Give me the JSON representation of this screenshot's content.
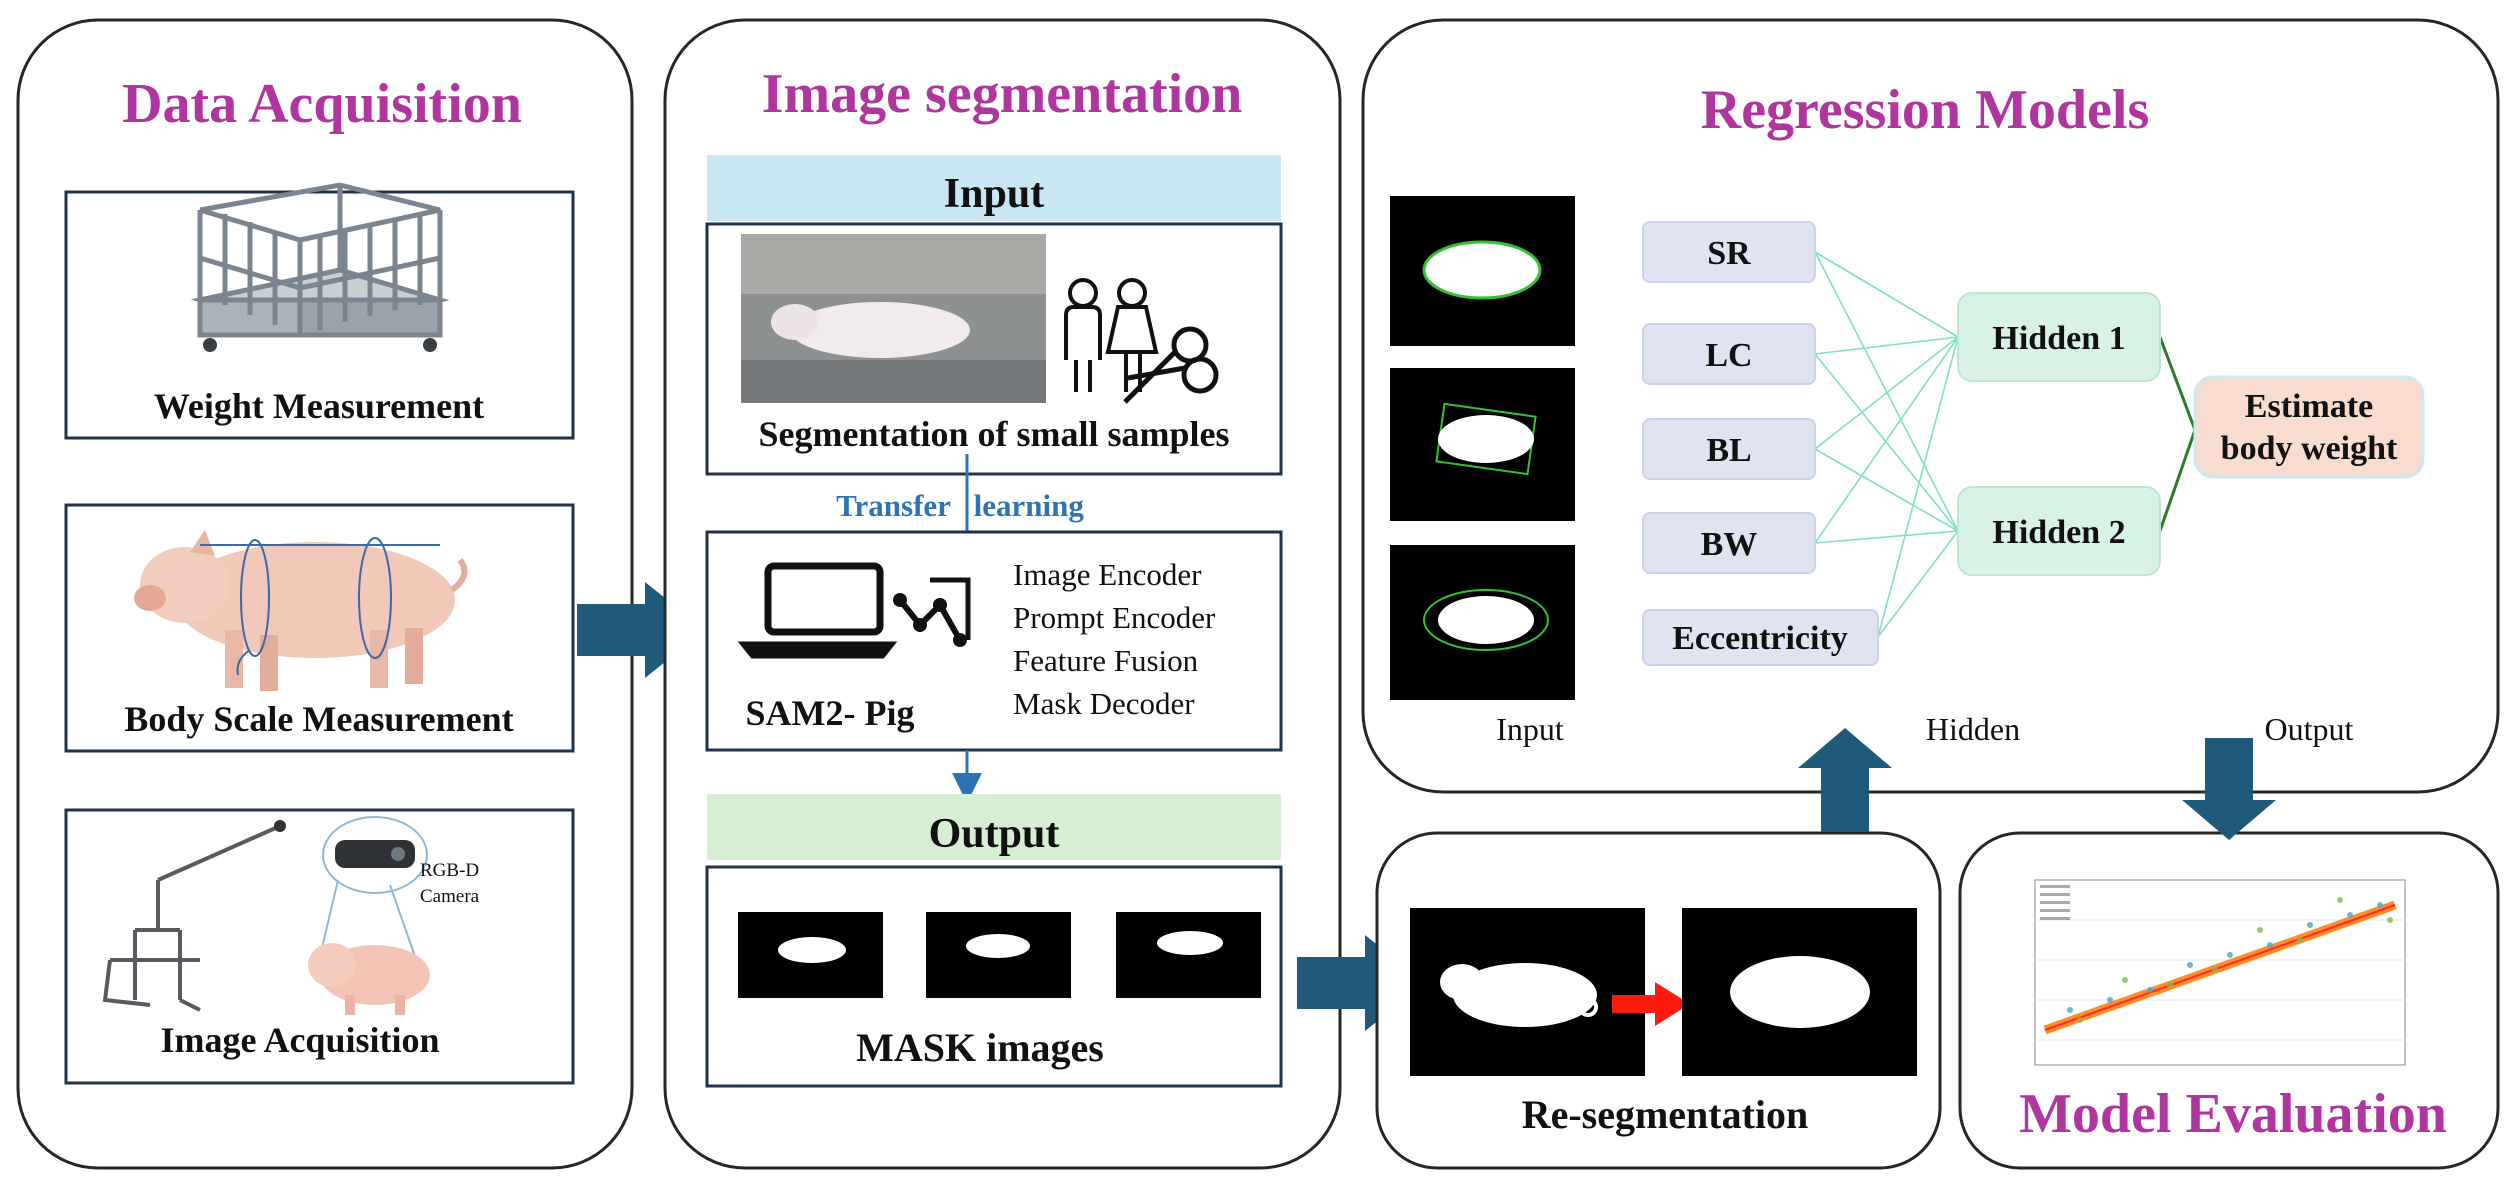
{
  "data_acquisition": {
    "title": "Data Acquisition",
    "weight_label": "Weight Measurement",
    "body_scale_label": "Body Scale Measurement",
    "image_label": "Image Acquisition",
    "camera_label_line1": "RGB-D",
    "camera_label_line2": "Camera"
  },
  "image_segmentation": {
    "title": "Image segmentation",
    "input_header": "Input",
    "input_caption": "Segmentation of small samples",
    "transfer_label": "Transfer   learning",
    "model_name": "SAM2- Pig",
    "components": [
      "Image Encoder",
      "Prompt Encoder",
      "Feature Fusion",
      "Mask Decoder"
    ],
    "output_header": "Output",
    "output_caption": "MASK images"
  },
  "regression": {
    "title": "Regression Models",
    "features": [
      "SR",
      "LC",
      "BL",
      "BW",
      "Eccentricity"
    ],
    "hidden_nodes": [
      "Hidden 1",
      "Hidden 2"
    ],
    "output_node_line1": "Estimate",
    "output_node_line2": "body weight",
    "layer_labels": [
      "Input",
      "Hidden",
      "Output"
    ]
  },
  "resegmentation": {
    "caption": "Re-segmentation"
  },
  "evaluation": {
    "title": "Model Evaluation"
  },
  "colors": {
    "title_purple": "#b0359e",
    "transfer_blue": "#2e74b5",
    "arrow_navy": "#1f5a7a",
    "input_header_bg": "#c9e6f5",
    "output_header_bg": "#d6efd2",
    "feature_node_bg": "#dfe3f2",
    "hidden_node_bg": "#d8f2e6",
    "output_node_bg": "#f8dccd",
    "red_arrow": "#ff1a10"
  }
}
